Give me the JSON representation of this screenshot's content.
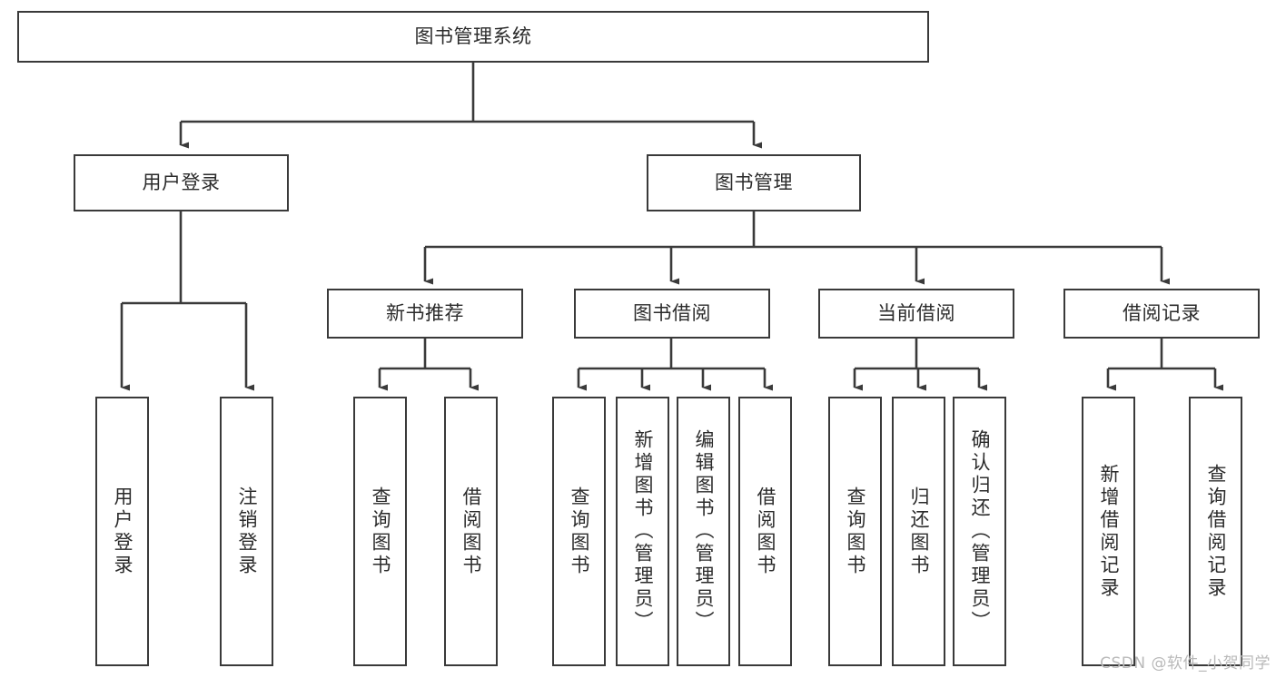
{
  "diagram": {
    "title": "图书管理系统",
    "type": "function-tree",
    "root": {
      "id": "root",
      "label": "图书管理系统"
    },
    "level1": [
      {
        "id": "user-login",
        "label": "用户登录"
      },
      {
        "id": "book-manage",
        "label": "图书管理"
      }
    ],
    "level2": [
      {
        "id": "new-book-recommend",
        "label": "新书推荐",
        "parent": "book-manage"
      },
      {
        "id": "book-borrow",
        "label": "图书借阅",
        "parent": "book-manage"
      },
      {
        "id": "current-borrow",
        "label": "当前借阅",
        "parent": "book-manage"
      },
      {
        "id": "borrow-record",
        "label": "借阅记录",
        "parent": "book-manage"
      }
    ],
    "leaves": {
      "user_login": [
        {
          "id": "leaf-user-login",
          "label": "用户登录"
        },
        {
          "id": "leaf-user-logout",
          "label": "注销登录"
        }
      ],
      "new_book_recommend": [
        {
          "id": "leaf-query-book-1",
          "label": "查询图书"
        },
        {
          "id": "leaf-borrow-book-1",
          "label": "借阅图书"
        }
      ],
      "book_borrow": [
        {
          "id": "leaf-query-book-2",
          "label": "查询图书"
        },
        {
          "id": "leaf-add-book",
          "label": "新增图书（管理员）"
        },
        {
          "id": "leaf-edit-book",
          "label": "编辑图书（管理员）"
        },
        {
          "id": "leaf-borrow-book-2",
          "label": "借阅图书"
        }
      ],
      "current_borrow": [
        {
          "id": "leaf-query-book-3",
          "label": "查询图书"
        },
        {
          "id": "leaf-return-book",
          "label": "归还图书"
        },
        {
          "id": "leaf-confirm-return",
          "label": "确认归还（管理员）"
        }
      ],
      "borrow_record": [
        {
          "id": "leaf-add-record",
          "label": "新增借阅记录"
        },
        {
          "id": "leaf-query-record",
          "label": "查询借阅记录"
        }
      ]
    }
  },
  "watermark": {
    "text": "CSDN @软件_小贺同学"
  },
  "colors": {
    "border": "#3a3a3a",
    "text": "#2b2b2b",
    "background": "#ffffff",
    "watermark": "#b9b9b9"
  }
}
